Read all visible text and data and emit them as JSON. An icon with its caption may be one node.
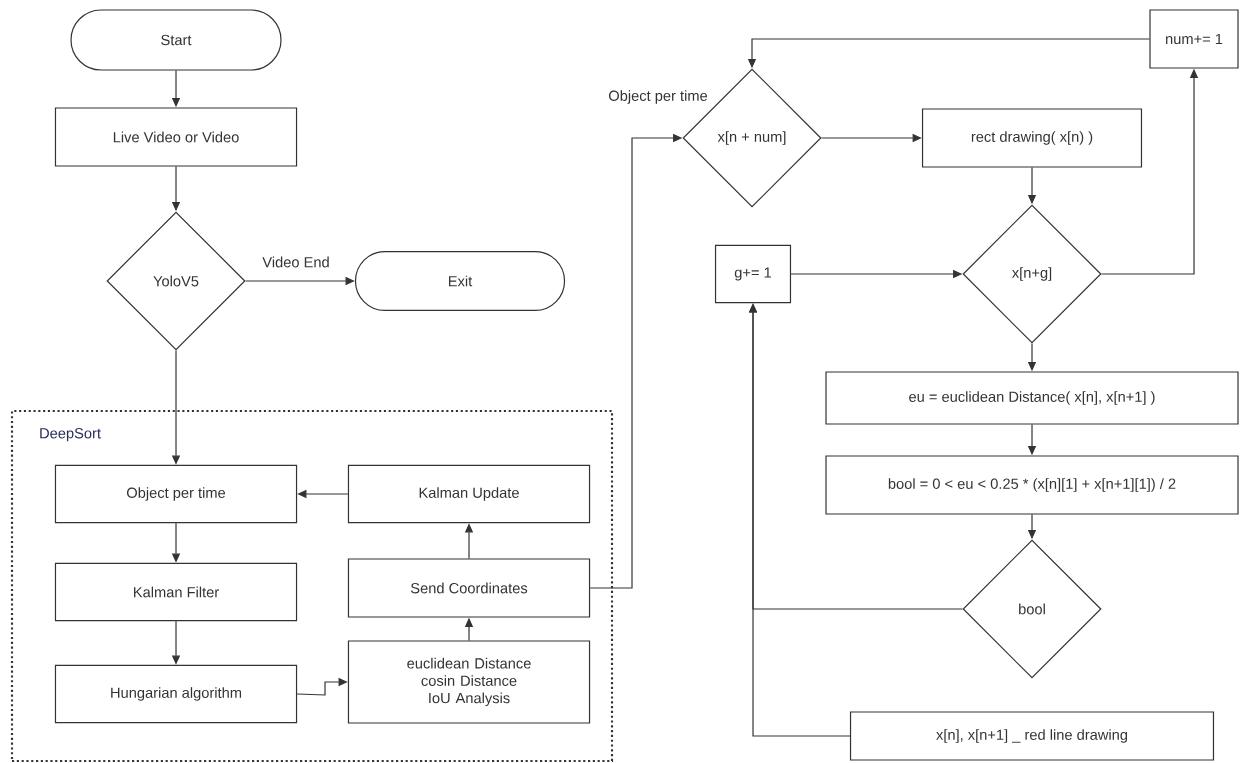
{
  "diagram": {
    "nodes": [
      {
        "text": [
          "Start"
        ]
      },
      {
        "text": [
          "Live Video or Video"
        ]
      },
      {
        "text": [
          "YoloV5"
        ]
      },
      {
        "text": [
          "Exit"
        ]
      },
      {
        "text": [
          "DeepSort"
        ]
      },
      {
        "text": [
          "Object per time"
        ],
        "in": 4
      },
      {
        "text": [
          "Kalman Filter"
        ],
        "in": 4
      },
      {
        "text": [
          "Hungarian algorithm"
        ],
        "in": 4
      },
      {
        "text": [
          "Kalman Update"
        ],
        "in": 4
      },
      {
        "text": [
          "Send Coordinates"
        ],
        "in": 4
      },
      {
        "text": [
          "euclidean Distance cosin Distance IoU Analysis"
        ],
        "in": 4
      },
      {
        "text": [
          "x[n + num]"
        ]
      },
      {
        "text": [
          "rect drawing( x[n) )"
        ]
      },
      {
        "text": [
          "num+= 1"
        ]
      },
      {
        "text": [
          "g+= 1"
        ]
      },
      {
        "text": [
          "x[n+g]"
        ]
      },
      {
        "text": [
          "eu = euclidean Distance( x[n], x[n+1] )"
        ]
      },
      {
        "text": [
          "bool = 0 < eu < 0.25 * (x[n][1] + x[n+1][1]) / 2"
        ]
      },
      {
        "text": [
          "bool"
        ]
      },
      {
        "text": [
          "x[n], x[n+1]  _ red line drawing"
        ]
      }
    ],
    "edges": [
      {
        "from": 0,
        "to": 1,
        "arrow": "to"
      },
      {
        "from": 1,
        "to": 2,
        "arrow": "to"
      },
      {
        "from": 2,
        "to": 3,
        "arrow": "to",
        "label": "Video End"
      },
      {
        "from": 2,
        "to": 5,
        "arrow": "to"
      },
      {
        "from": 5,
        "to": 6,
        "arrow": "to"
      },
      {
        "from": 6,
        "to": 7,
        "arrow": "to"
      },
      {
        "from": 7,
        "to": 10,
        "arrow": "to"
      },
      {
        "from": 10,
        "to": 9,
        "arrow": "to"
      },
      {
        "from": 9,
        "to": 8,
        "arrow": "to"
      },
      {
        "from": 8,
        "to": 5,
        "arrow": "to"
      },
      {
        "from": 9,
        "to": 11,
        "arrow": "to",
        "label": "Object per time"
      },
      {
        "from": 11,
        "to": 12,
        "arrow": "to"
      },
      {
        "from": 12,
        "to": 15,
        "arrow": "to"
      },
      {
        "from": 15,
        "to": 13,
        "arrow": "to"
      },
      {
        "from": 13,
        "to": 11,
        "arrow": "to"
      },
      {
        "from": 14,
        "to": 15,
        "arrow": "to"
      },
      {
        "from": 15,
        "to": 16,
        "arrow": "to"
      },
      {
        "from": 16,
        "to": 17,
        "arrow": "to"
      },
      {
        "from": 17,
        "to": 18,
        "arrow": "to"
      },
      {
        "from": 18,
        "to": 14,
        "arrow": "to"
      },
      {
        "from": 19,
        "to": 14,
        "arrow": "to"
      }
    ]
  }
}
